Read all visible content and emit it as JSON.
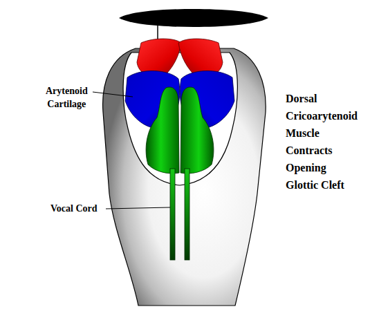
{
  "diagram": {
    "labels": [
      "Arytenoid Cartilage",
      "Vocal Cord",
      "Dorsal Cricoarytenoid Muscle Contracts Opening Glottic Cleft"
    ]
  }
}
